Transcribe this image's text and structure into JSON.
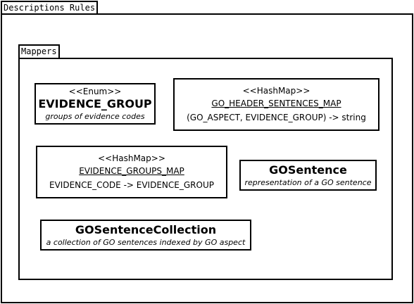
{
  "outer_package": {
    "label": "Descriptions Rules"
  },
  "inner_package": {
    "label": "Mappers"
  },
  "elements": {
    "evidence_group": {
      "stereotype": "<<Enum>>",
      "name": "EVIDENCE_GROUP",
      "description": "groups of evidence codes"
    },
    "go_header_sentences_map": {
      "stereotype": "<<HashMap>>",
      "name": "GO_HEADER_SENTENCES_MAP",
      "signature": "(GO_ASPECT, EVIDENCE_GROUP) -> string"
    },
    "evidence_groups_map": {
      "stereotype": "<<HashMap>>",
      "name": "EVIDENCE_GROUPS_MAP",
      "signature": "EVIDENCE_CODE -> EVIDENCE_GROUP"
    },
    "go_sentence": {
      "name": "GOSentence",
      "description": "representation of a GO sentence"
    },
    "go_sentence_collection": {
      "name": "GOSentenceCollection",
      "description": "a collection of GO sentences indexed by GO aspect"
    }
  }
}
